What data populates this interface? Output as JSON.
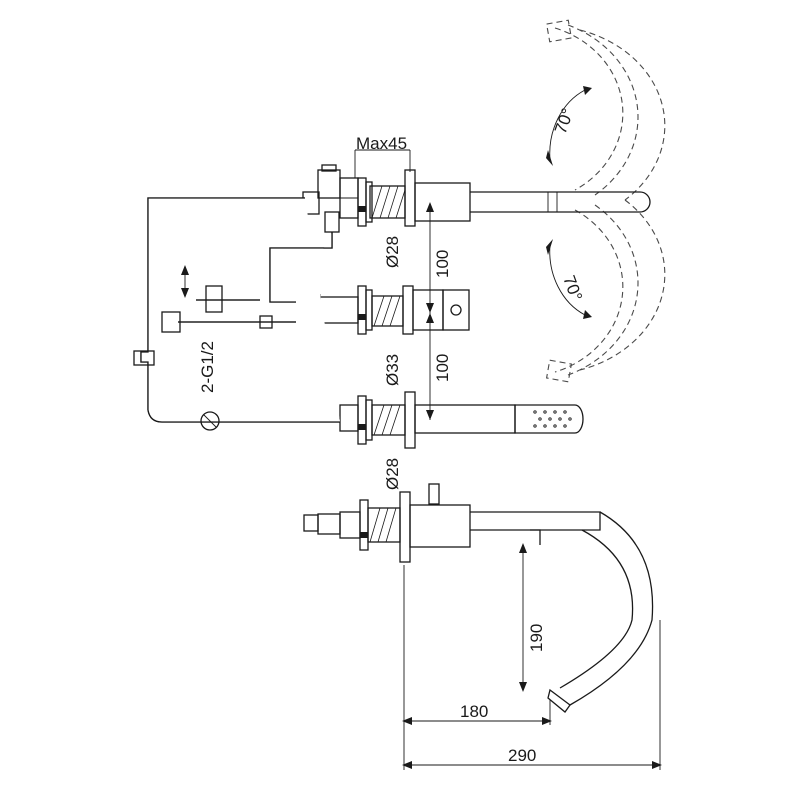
{
  "labels": {
    "max_depth": "Max45",
    "dia_top": "Ø28",
    "dia_mid": "Ø33",
    "dia_bottom": "Ø28",
    "spacing_upper": "100",
    "spacing_lower": "100",
    "connection": "2-G1/2",
    "angle_upper": "70°",
    "angle_lower": "70°",
    "spout_height": "190",
    "spout_reach": "180",
    "total_length": "290"
  }
}
